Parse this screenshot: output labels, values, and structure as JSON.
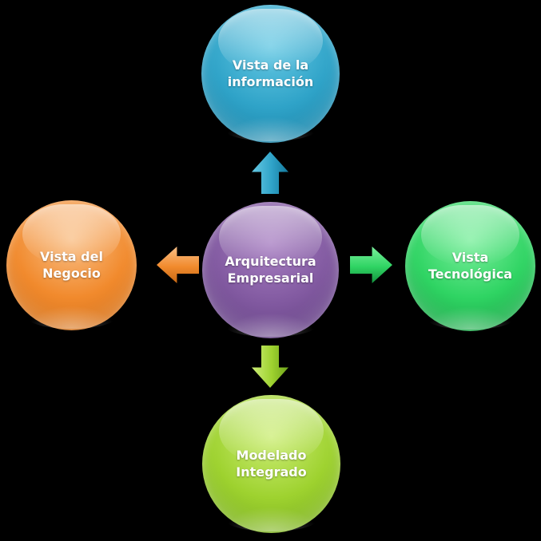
{
  "background": "#000000",
  "text_color": "#ffffff",
  "nodes": {
    "center": {
      "label": "Arquitectura\nEmpresarial",
      "colors": {
        "light": "#a87fc2",
        "base": "#8159a0",
        "dark": "#5a3a7a"
      }
    },
    "top": {
      "label": "Vista de la\ninformación",
      "colors": {
        "light": "#66c9e4",
        "base": "#2fa3c8",
        "dark": "#14789c"
      }
    },
    "right": {
      "label": "Vista\nTecnológica",
      "colors": {
        "light": "#7bef9d",
        "base": "#2fd463",
        "dark": "#14923e"
      }
    },
    "bottom": {
      "label": "Modelado\nIntegrado",
      "colors": {
        "light": "#cdee78",
        "base": "#9ed22f",
        "dark": "#6ea31b"
      }
    },
    "left": {
      "label": "Vista del\nNegocio",
      "colors": {
        "light": "#f9c088",
        "base": "#f18a2d",
        "dark": "#c76814"
      }
    }
  }
}
